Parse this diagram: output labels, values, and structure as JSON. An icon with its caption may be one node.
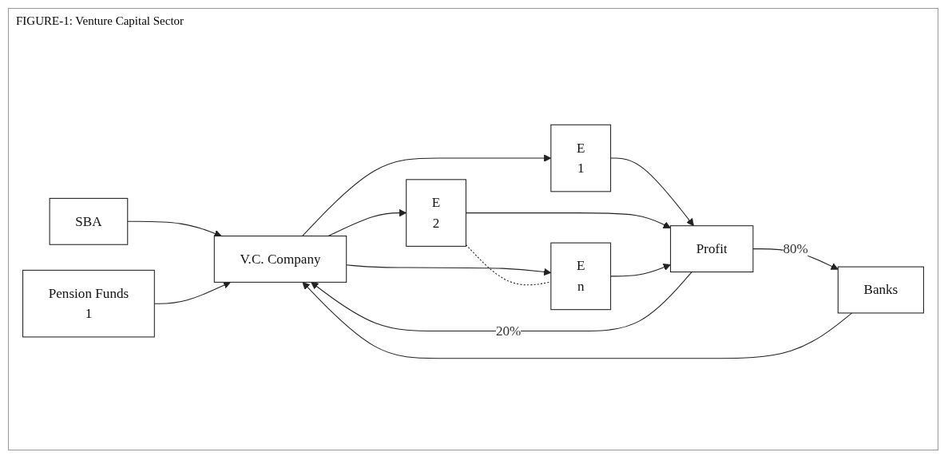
{
  "diagram": {
    "title": "FIGURE-1: Venture Capital Sector",
    "nodes": [
      {
        "text": [
          "SBA"
        ]
      },
      {
        "text": [
          "Pension Funds",
          "1"
        ]
      },
      {
        "text": [
          "Banks"
        ]
      },
      {
        "text": [
          "V.C. Company"
        ]
      },
      {
        "text": [
          "E",
          "1"
        ]
      },
      {
        "text": [
          "E",
          "2"
        ]
      },
      {
        "text": [
          "E",
          "n"
        ]
      },
      {
        "text": [
          "Profit"
        ]
      }
    ],
    "edges": [
      {
        "from": 0,
        "to": 3,
        "arrow": "to"
      },
      {
        "from": 1,
        "to": 3,
        "arrow": "to"
      },
      {
        "from": 2,
        "to": 3,
        "arrow": "to"
      },
      {
        "from": 3,
        "to": 4,
        "arrow": "to"
      },
      {
        "from": 3,
        "to": 5,
        "arrow": "to"
      },
      {
        "from": 3,
        "to": 6,
        "arrow": "to"
      },
      {
        "from": 5,
        "to": 6,
        "arrow": "none",
        "style": "dashed"
      },
      {
        "from": 4,
        "to": 7,
        "arrow": "to"
      },
      {
        "from": 5,
        "to": 7,
        "arrow": "to"
      },
      {
        "from": 6,
        "to": 7,
        "arrow": "to"
      },
      {
        "from": 7,
        "to": 2,
        "arrow": "to",
        "label": "80%"
      },
      {
        "from": 7,
        "to": 3,
        "arrow": "to",
        "label": "20%"
      }
    ]
  }
}
